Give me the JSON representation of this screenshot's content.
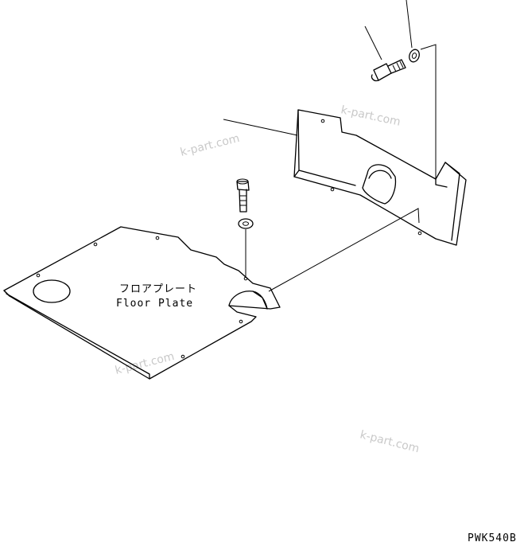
{
  "labels": {
    "part_name_jp": "フロアプレート",
    "part_name_en": "Floor Plate"
  },
  "figure_code": "PWK540B",
  "watermarks": [
    "k-part.com",
    "k-part.com",
    "k-part.com",
    "k-part.com"
  ],
  "colors": {
    "ink": "#000000",
    "watermark": "#c9c9c9",
    "background": "#ffffff"
  }
}
